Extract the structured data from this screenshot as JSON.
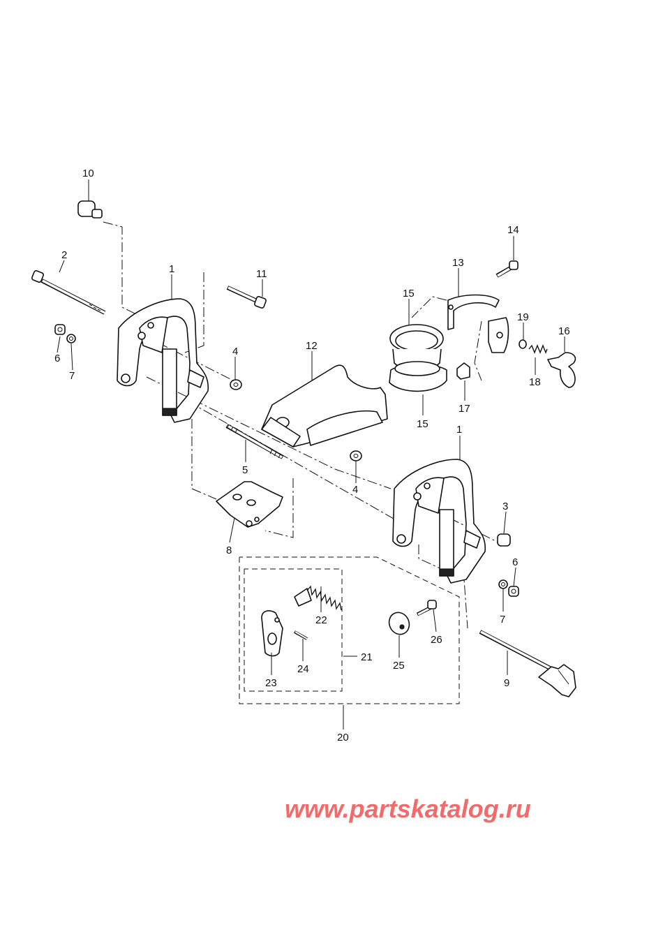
{
  "diagram": {
    "callouts": {
      "c1a": "1",
      "c1b": "1",
      "c2": "2",
      "c3": "3",
      "c4a": "4",
      "c4b": "4",
      "c5": "5",
      "c6a": "6",
      "c6b": "6",
      "c7a": "7",
      "c7b": "7",
      "c8": "8",
      "c9": "9",
      "c10": "10",
      "c11": "11",
      "c12": "12",
      "c13": "13",
      "c14": "14",
      "c15a": "15",
      "c15b": "15",
      "c16": "16",
      "c17": "17",
      "c18": "18",
      "c19": "19",
      "c20": "20",
      "c21": "21",
      "c22": "22",
      "c23": "23",
      "c24": "24",
      "c25": "25",
      "c26": "26"
    }
  },
  "watermark": {
    "text": "www.partskatalog.ru",
    "color": "#f26b6b"
  }
}
